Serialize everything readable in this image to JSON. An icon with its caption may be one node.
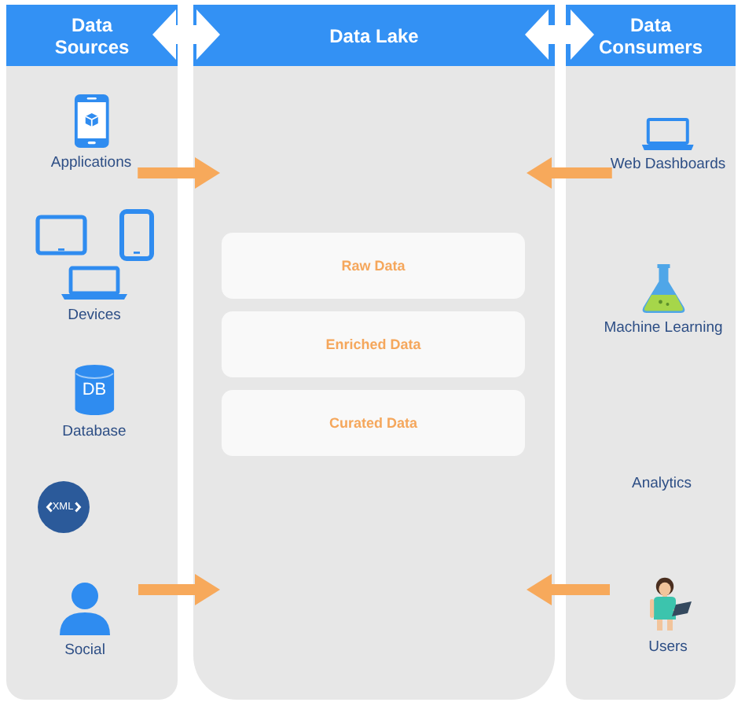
{
  "diagram": {
    "nodes": [
      {
        "text": [
          "Data Sources"
        ]
      },
      {
        "text": [
          "Applications"
        ],
        "in": 0
      },
      {
        "text": [
          "Devices"
        ],
        "in": 0
      },
      {
        "text": [
          "DB",
          "Database"
        ],
        "in": 0
      },
      {
        "text": [
          "XML"
        ],
        "in": 0
      },
      {
        "text": [
          "Social"
        ],
        "in": 0
      },
      {
        "text": [
          "Data Lake"
        ]
      },
      {
        "text": [
          "Raw Data"
        ],
        "in": 6
      },
      {
        "text": [
          "Enriched Data"
        ],
        "in": 6
      },
      {
        "text": [
          "Curated Data"
        ],
        "in": 6
      },
      {
        "text": [
          "Data Consumers"
        ]
      },
      {
        "text": [
          "Web Dashboards"
        ],
        "in": 10
      },
      {
        "text": [
          "Machine Learning"
        ],
        "in": 10
      },
      {
        "text": [
          "Analytics"
        ],
        "in": 10
      },
      {
        "text": [
          "Users"
        ],
        "in": 10
      }
    ],
    "edges": [
      {
        "from": 0,
        "to": 6,
        "arrow": "both",
        "color": "#ffffff"
      },
      {
        "from": 6,
        "to": 10,
        "arrow": "both",
        "color": "#ffffff"
      },
      {
        "from": 1,
        "to": 6,
        "arrow": "to"
      },
      {
        "from": 5,
        "to": 6,
        "arrow": "to"
      },
      {
        "from": 11,
        "to": 6,
        "arrow": "to"
      },
      {
        "from": 14,
        "to": 6,
        "arrow": "to"
      }
    ]
  }
}
